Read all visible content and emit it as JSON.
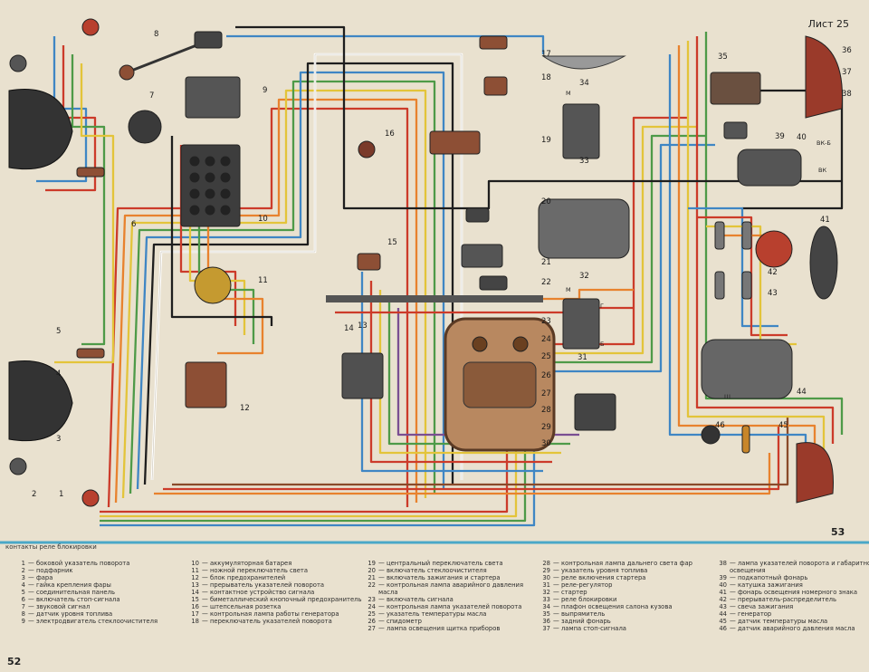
{
  "sheet_label": "Лист 25",
  "page_left": "52",
  "page_right": "53",
  "cut_text": "контакты реле блокировки",
  "component_numbers": [
    "1",
    "2",
    "3",
    "4",
    "5",
    "6",
    "7",
    "8",
    "9",
    "10",
    "11",
    "12",
    "13",
    "14",
    "15",
    "16",
    "17",
    "18",
    "19",
    "20",
    "21",
    "22",
    "23",
    "24",
    "25",
    "26",
    "27",
    "28",
    "29",
    "30",
    "31",
    "32",
    "33",
    "34",
    "35",
    "36",
    "37",
    "38",
    "39",
    "40",
    "41",
    "42",
    "43",
    "44",
    "45",
    "46"
  ],
  "terminal_labels": {
    "m1": "М",
    "m2": "М",
    "vk": "ВК",
    "vkb": "ВК-Б",
    "g": "Г",
    "sh": "Ш",
    "b": "Б"
  },
  "legend": {
    "col1": [
      {
        "n": "1",
        "t": "— боковой указатель поворота"
      },
      {
        "n": "2",
        "t": "— подфарник"
      },
      {
        "n": "3",
        "t": "— фара"
      },
      {
        "n": "4",
        "t": "— гайка крепления фары"
      },
      {
        "n": "5",
        "t": "— соединительная панель"
      },
      {
        "n": "6",
        "t": "— включатель стоп-сигнала"
      },
      {
        "n": "7",
        "t": "— звуковой сигнал"
      },
      {
        "n": "8",
        "t": "— датчик уровня топлива"
      },
      {
        "n": "9",
        "t": "— электродвигатель стеклоочистителя"
      }
    ],
    "col2": [
      {
        "n": "10",
        "t": "— аккумуляторная батарея"
      },
      {
        "n": "11",
        "t": "— ножной переключатель света"
      },
      {
        "n": "12",
        "t": "— блок предохранителей"
      },
      {
        "n": "13",
        "t": "— прерыватель указателей поворота"
      },
      {
        "n": "14",
        "t": "— контактное устройство сигнала"
      },
      {
        "n": "15",
        "t": "— биметаллический кнопочный предохранитель"
      },
      {
        "n": "16",
        "t": "— штепсельная розетка"
      },
      {
        "n": "17",
        "t": "— контрольная лампа работы генератора"
      },
      {
        "n": "18",
        "t": "— переключатель указателей поворота"
      }
    ],
    "col3": [
      {
        "n": "19",
        "t": "— центральный переключатель света"
      },
      {
        "n": "20",
        "t": "— включатель стеклоочистителя"
      },
      {
        "n": "21",
        "t": "— включатель зажигания и стартера"
      },
      {
        "n": "22",
        "t": "— контрольная лампа аварийного давления",
        "t2": "масла"
      },
      {
        "n": "23",
        "t": "— включатель сигнала"
      },
      {
        "n": "24",
        "t": "— контрольная лампа указателей поворота"
      },
      {
        "n": "25",
        "t": "— указатель температуры масла"
      },
      {
        "n": "26",
        "t": "— спидометр"
      },
      {
        "n": "27",
        "t": "— лампа освещения щитка приборов"
      }
    ],
    "col4": [
      {
        "n": "28",
        "t": "— контрольная лампа дальнего света фар"
      },
      {
        "n": "29",
        "t": "— указатель уровня топлива"
      },
      {
        "n": "30",
        "t": "— реле включения стартера"
      },
      {
        "n": "31",
        "t": "— реле-регулятор"
      },
      {
        "n": "32",
        "t": "— стартер"
      },
      {
        "n": "33",
        "t": "— реле блокировки"
      },
      {
        "n": "34",
        "t": "— плафон освещения салона кузова"
      },
      {
        "n": "35",
        "t": "— выпрямитель"
      },
      {
        "n": "36",
        "t": "— задний фонарь"
      },
      {
        "n": "37",
        "t": "— лампа стоп-сигнала"
      }
    ],
    "col5": [
      {
        "n": "38",
        "t": "— лампа указателей поворота и габаритного",
        "t2": "освещения"
      },
      {
        "n": "39",
        "t": "— подкапотный фонарь"
      },
      {
        "n": "40",
        "t": "— катушка зажигания"
      },
      {
        "n": "41",
        "t": "— фонарь освещения номерного знака"
      },
      {
        "n": "42",
        "t": "— прерыватель-распределитель"
      },
      {
        "n": "43",
        "t": "— свеча зажигания"
      },
      {
        "n": "44",
        "t": "— генератор"
      },
      {
        "n": "45",
        "t": "— датчик температуры масла"
      },
      {
        "n": "46",
        "t": "— датчик аварийного давления масла"
      }
    ]
  },
  "colors": {
    "paper": "#e9e1cf",
    "wire_red": "#cc3b2a",
    "wire_orange": "#e8822e",
    "wire_yellow": "#e3c43a",
    "wire_green": "#4e9a48",
    "wire_blue": "#3f86c4",
    "wire_black": "#1e1e1e",
    "wire_brown": "#8a4a2a",
    "wire_white": "#ffffff",
    "wire_violet": "#7a4e92",
    "component_dark": "#4a4a4a",
    "component_red": "#b8402e",
    "component_brown": "#8d4f35",
    "legend_rule": "#4aa8c8"
  }
}
